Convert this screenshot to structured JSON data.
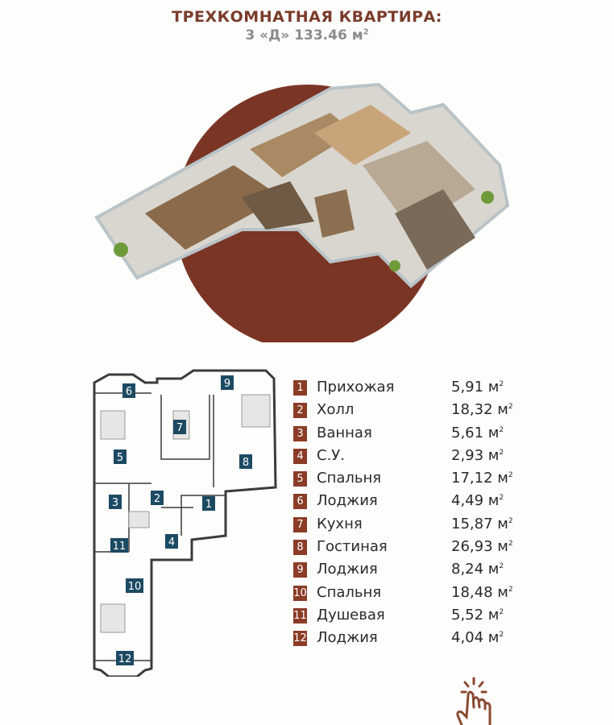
{
  "header": {
    "title": "ТРЕХКОМНАТНАЯ КВАРТИРА:",
    "subtitle": "3 «Д» 133.46 м",
    "subtitle_sup": "2"
  },
  "unit_sup": "2",
  "rooms": [
    {
      "num": "1",
      "name": "Прихожая",
      "area": "5,91 м"
    },
    {
      "num": "2",
      "name": "Холл",
      "area": "18,32 м"
    },
    {
      "num": "3",
      "name": "Ванная",
      "area": "5,61 м"
    },
    {
      "num": "4",
      "name": "С.У.",
      "area": "2,93 м"
    },
    {
      "num": "5",
      "name": "Спальня",
      "area": "17,12 м"
    },
    {
      "num": "6",
      "name": "Лоджия",
      "area": "4,49 м"
    },
    {
      "num": "7",
      "name": "Кухня",
      "area": "15,87 м"
    },
    {
      "num": "8",
      "name": "Гостиная",
      "area": "26,93 м"
    },
    {
      "num": "9",
      "name": "Лоджия",
      "area": "8,24 м"
    },
    {
      "num": "10",
      "name": "Спальня",
      "area": "18,48 м"
    },
    {
      "num": "11",
      "name": "Душевая",
      "area": "5,52 м"
    },
    {
      "num": "12",
      "name": "Лоджия",
      "area": "4,04 м"
    }
  ],
  "colors": {
    "accent": "#8a3c27",
    "plan_badge": "#1d4a63",
    "title": "#7a3c2c"
  }
}
